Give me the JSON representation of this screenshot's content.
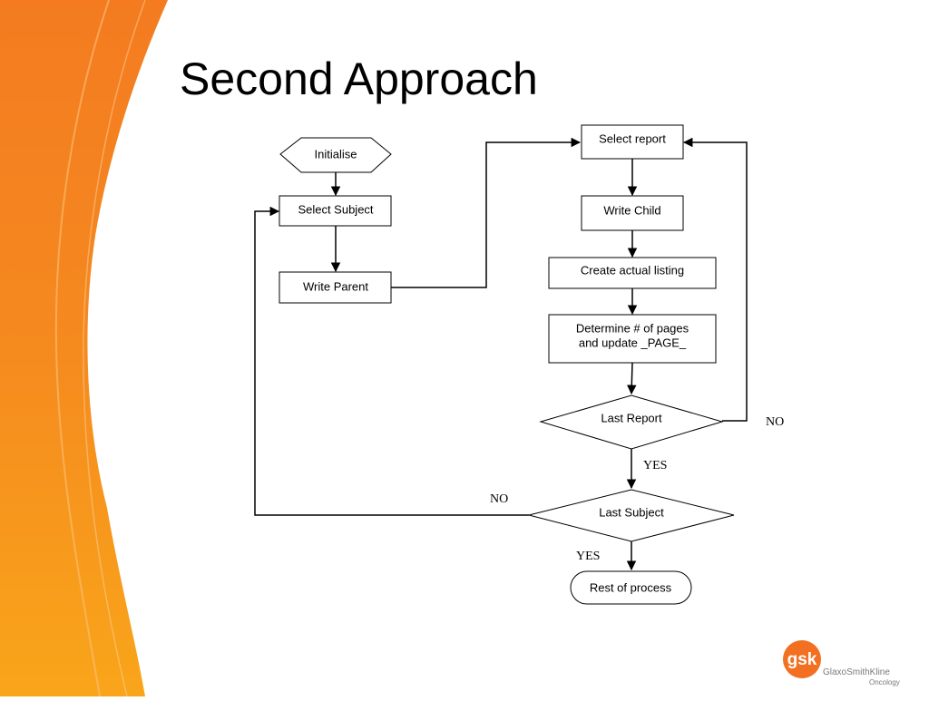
{
  "slide": {
    "title": "Second Approach"
  },
  "flowchart": {
    "nodes": {
      "initialise": "Initialise",
      "select_subject": "Select Subject",
      "write_parent": "Write Parent",
      "select_report": "Select report",
      "write_child": "Write Child",
      "create_listing": "Create actual listing",
      "determine_pages_line1": "Determine # of pages",
      "determine_pages_line2": "and update _PAGE_",
      "last_report": "Last Report",
      "last_subject": "Last Subject",
      "rest_of_process": "Rest of process"
    },
    "edge_labels": {
      "last_report_no": "NO",
      "last_report_yes": "YES",
      "last_subject_no": "NO",
      "last_subject_yes": "YES"
    }
  },
  "logo": {
    "mark": "gsk",
    "name": "GlaxoSmithKline",
    "division": "Oncology"
  },
  "colors": {
    "orange_light": "#f7a21b",
    "orange_dark": "#f26f21",
    "gsk_orange": "#f36f21"
  }
}
